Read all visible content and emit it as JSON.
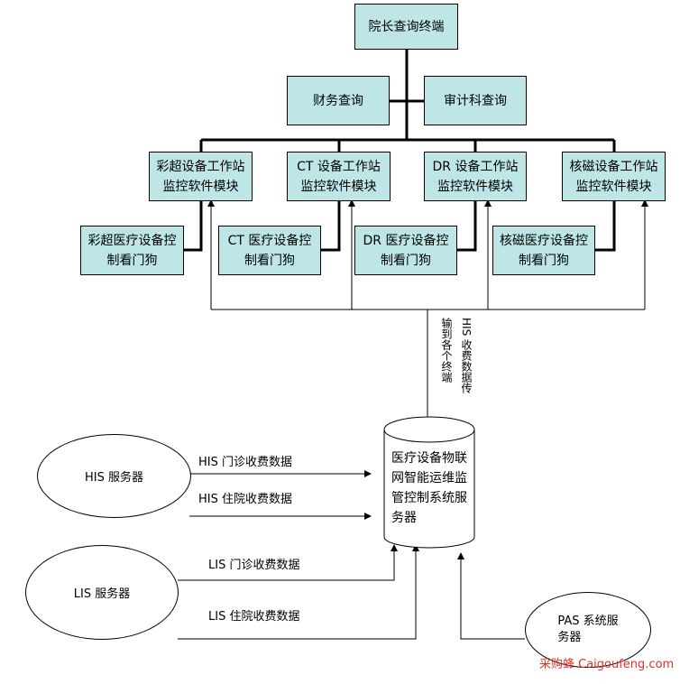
{
  "top": {
    "title": "院长查询终端"
  },
  "level2": {
    "finance": "财务查询",
    "audit": "审计科查询"
  },
  "modules": [
    {
      "line1": "彩超设备工作站",
      "line2": "监控软件模块"
    },
    {
      "line1": "CT 设备工作站",
      "line2": "监控软件模块"
    },
    {
      "line1": "DR 设备工作站",
      "line2": "监控软件模块"
    },
    {
      "line1": "核磁设备工作站",
      "line2": "监控软件模块"
    }
  ],
  "watchdogs": [
    {
      "line1": "彩超医疗设备控",
      "line2": "制看门狗"
    },
    {
      "line1": "CT 医疗设备控",
      "line2": "制看门狗"
    },
    {
      "line1": "DR 医疗设备控",
      "line2": "制看门狗"
    },
    {
      "line1": "核磁医疗设备控",
      "line2": "制看门狗"
    }
  ],
  "transfer": {
    "col1": "HIS 收费数据传",
    "col2": "输到各个终端"
  },
  "database": {
    "lines": [
      "医疗设备物联",
      "网智能运维监",
      "管控制系统服",
      "务器"
    ]
  },
  "servers": {
    "his": "HIS 服务器",
    "lis": "LIS 服务器",
    "pas_line1": "PAS  系统服",
    "pas_line2": "务器"
  },
  "flows": {
    "his_outpatient": "HIS 门诊收费数据",
    "his_inpatient": "HIS 住院收费数据",
    "lis_outpatient": "LIS 门诊收费数据",
    "lis_inpatient": "LIS 住院收费数据"
  },
  "watermark": "采购蜂 Caigoufeng.com",
  "colors": {
    "box_fill": "#bfe6e6",
    "line": "#000000",
    "watermark": "#e0312a"
  }
}
